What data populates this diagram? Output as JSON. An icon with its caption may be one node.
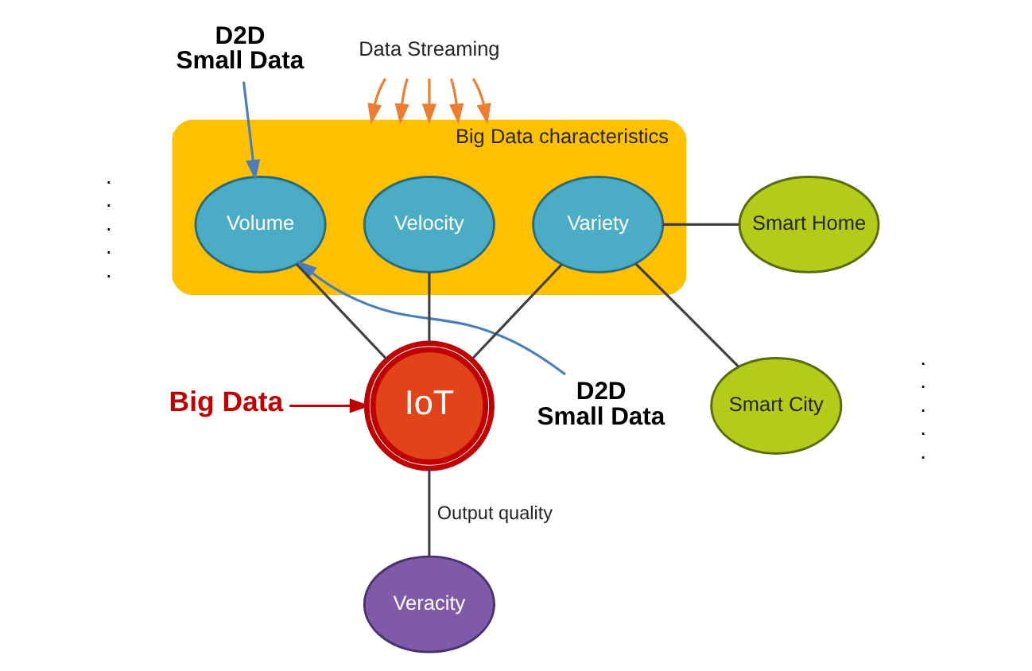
{
  "diagram": {
    "nodes": [
      {
        "text": [
          "Data Streaming"
        ]
      },
      {
        "text": [
          "D2D",
          "Small Data"
        ]
      },
      {
        "text": [
          "Big Data characteristics"
        ]
      },
      {
        "text": [
          "Velocity"
        ],
        "in": 2
      },
      {
        "text": [
          "Volume"
        ],
        "in": 2
      },
      {
        "text": [
          "Variety"
        ],
        "in": 2
      },
      {
        "text": [
          "Smart Home"
        ]
      },
      {
        "text": [
          "IoT"
        ]
      },
      {
        "text": [
          "D2D",
          "Small Data"
        ]
      },
      {
        "text": [
          "Big Data"
        ]
      },
      {
        "text": [
          "Veracity"
        ]
      },
      {
        "text": [
          "Smart City"
        ]
      }
    ],
    "edges": [
      {
        "from": 0,
        "to": 2,
        "arrow": "to",
        "color": "#ed7d31"
      },
      {
        "from": 0,
        "to": 2,
        "arrow": "to",
        "color": "#ed7d31"
      },
      {
        "from": 0,
        "to": 2,
        "arrow": "to",
        "color": "#ed7d31"
      },
      {
        "from": 0,
        "to": 2,
        "arrow": "to",
        "color": "#ed7d31"
      },
      {
        "from": 0,
        "to": 2,
        "arrow": "to",
        "color": "#ed7d31"
      },
      {
        "from": 1,
        "to": 4,
        "arrow": "to",
        "color": "#4a7ebb"
      },
      {
        "from": 8,
        "to": 4,
        "arrow": "to",
        "color": "#4a7ebb"
      },
      {
        "from": 9,
        "to": 7,
        "arrow": "to",
        "color": "#c00000"
      },
      {
        "from": 3,
        "to": 7,
        "arrow": "none"
      },
      {
        "from": 4,
        "to": 7,
        "arrow": "none"
      },
      {
        "from": 7,
        "to": 5,
        "arrow": "none"
      },
      {
        "from": 7,
        "to": 10,
        "arrow": "none",
        "label": "Output quality"
      },
      {
        "from": 5,
        "to": 6,
        "arrow": "none"
      },
      {
        "from": 5,
        "to": 11,
        "arrow": "none"
      }
    ],
    "labels": [
      ". . . . .",
      ". . . . ."
    ]
  }
}
